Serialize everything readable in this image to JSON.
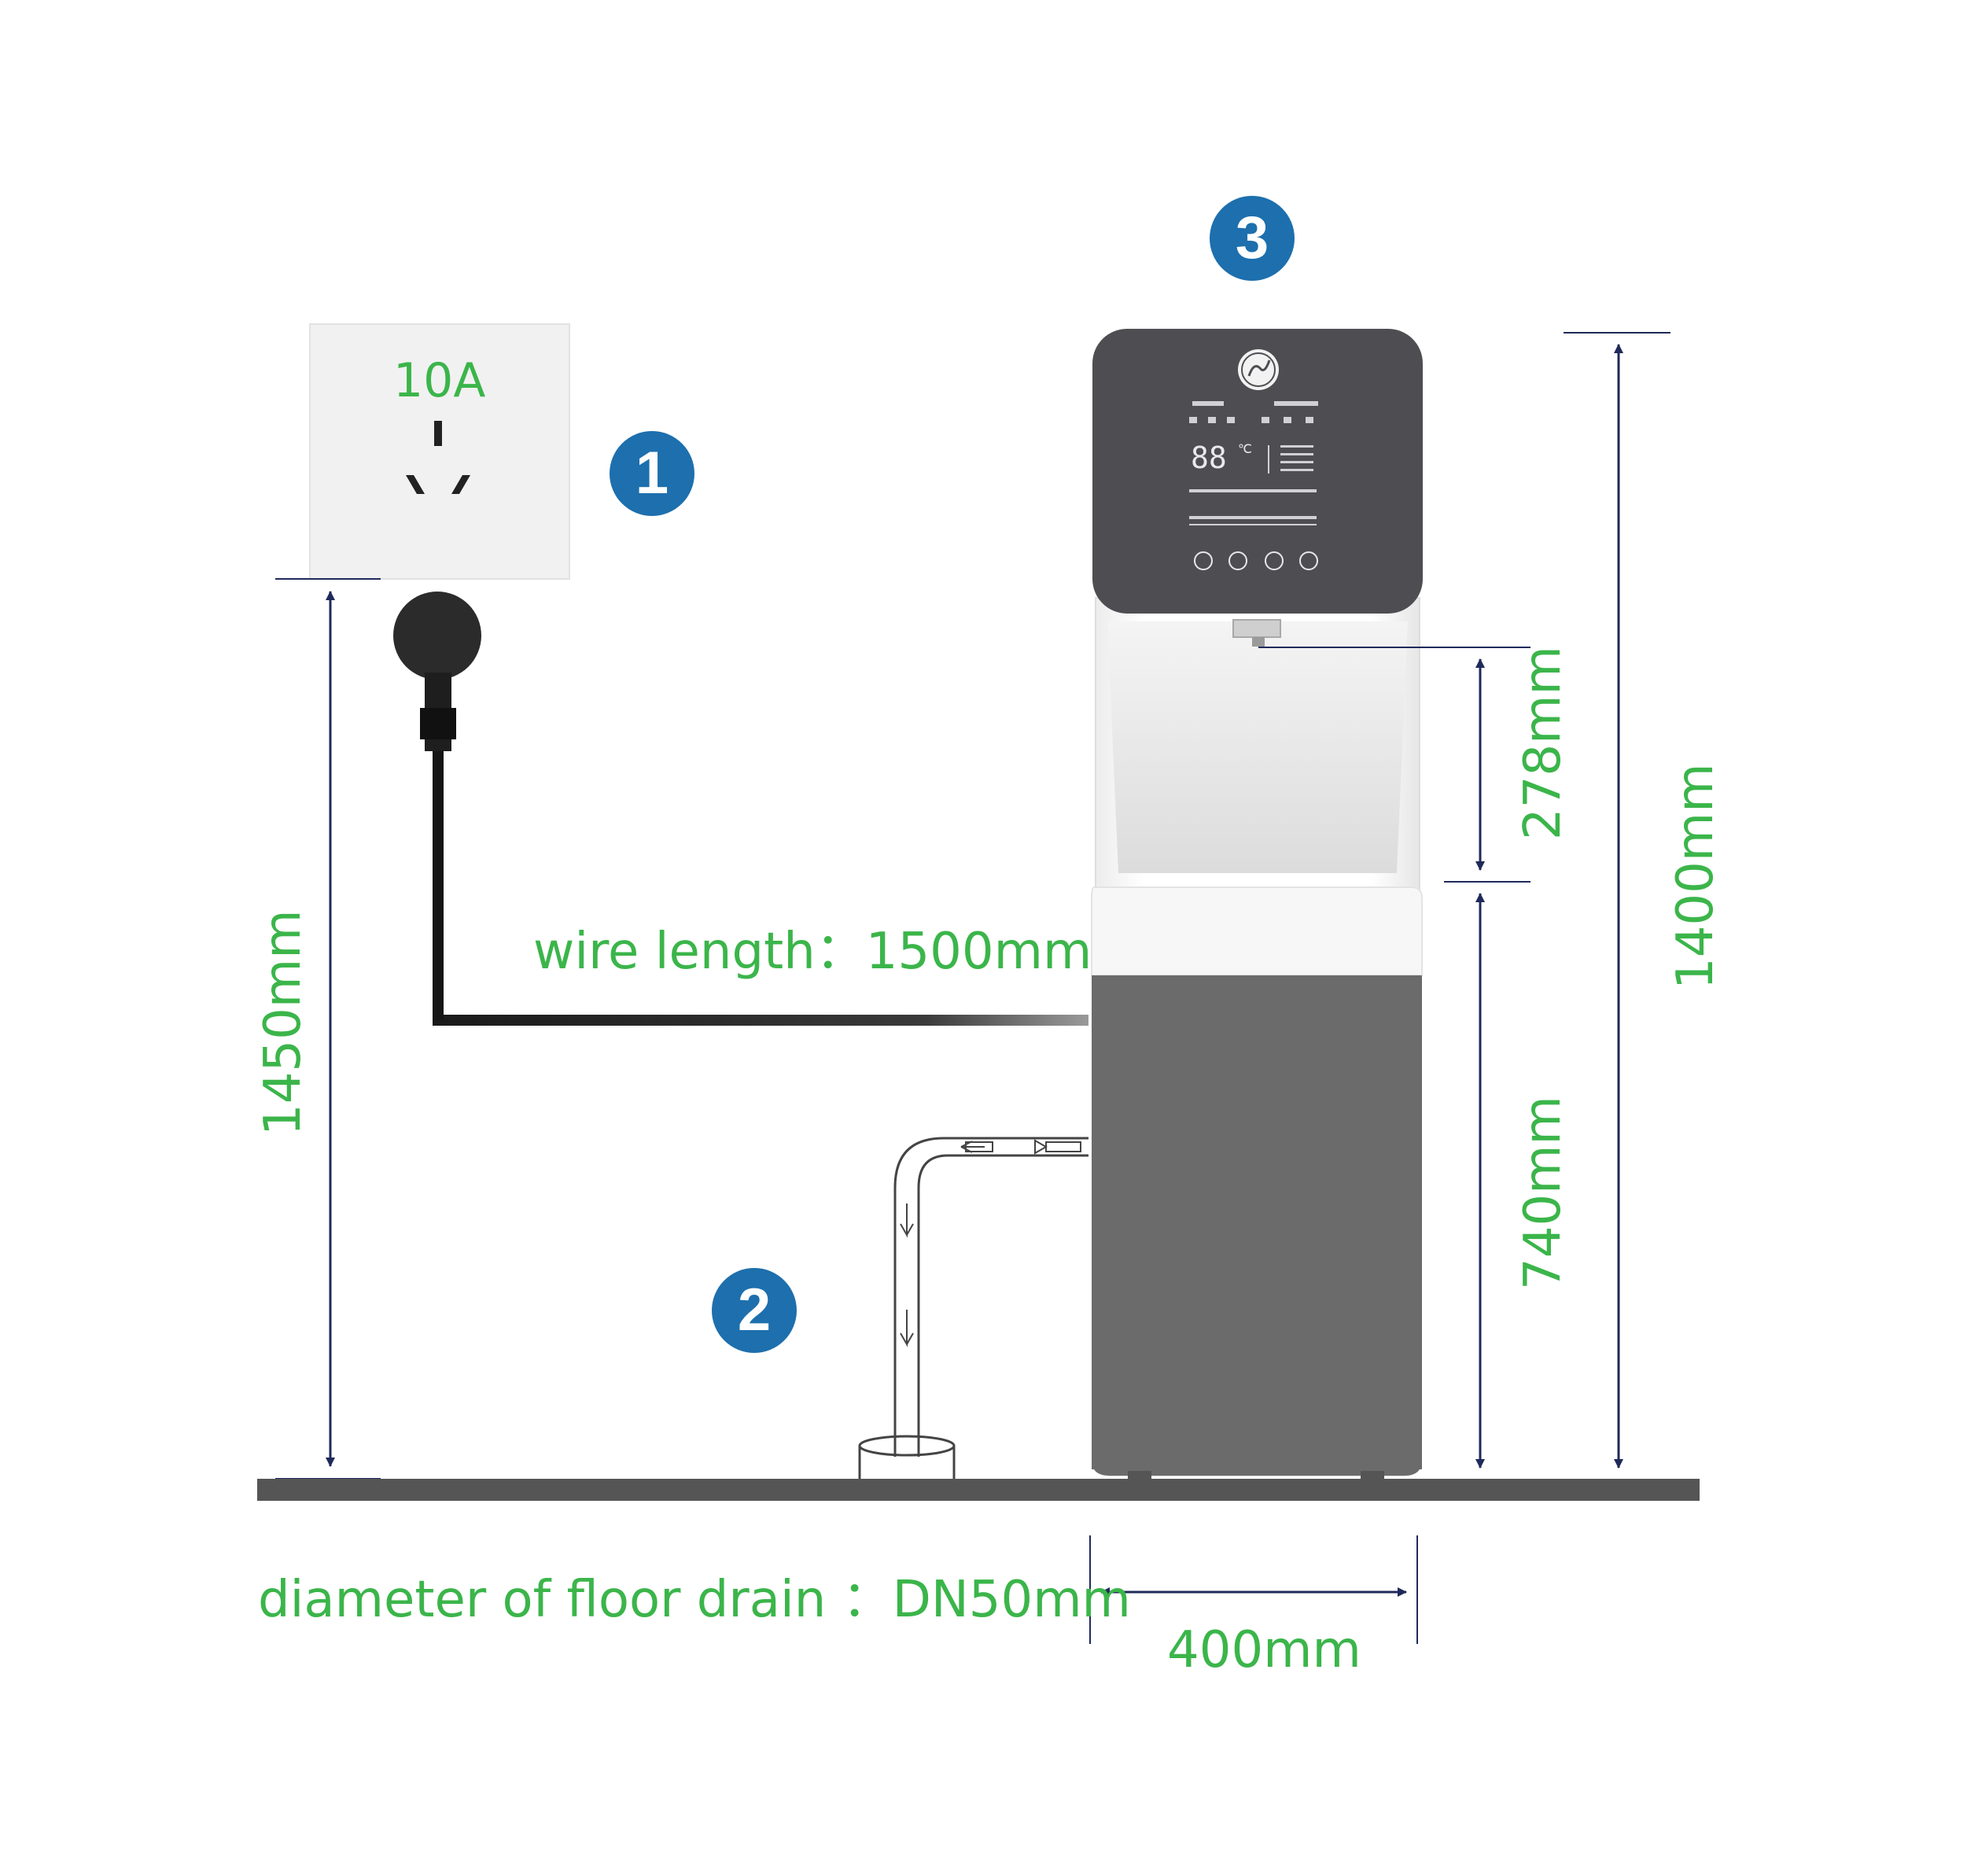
{
  "socket": {
    "rating": "10A"
  },
  "badges": {
    "one": "1",
    "two": "2",
    "three": "3"
  },
  "dimensions": {
    "socket_height": "1450mm",
    "wire_length": "wire length：1500mm",
    "dispense_gap": "278mm",
    "lower_height": "740mm",
    "total_height": "1400mm",
    "width": "400mm",
    "drain_diameter": "diameter of floor drain ：DN50mm"
  },
  "display": {
    "temperature": "88",
    "unit": "℃"
  },
  "colors": {
    "label_green": "#3bb54a",
    "badge_blue": "#1d6fad",
    "dimension_navy": "#1f2a5a",
    "panel_dark": "#4e4e52",
    "cabinet_gray": "#6b6b6b",
    "floor": "#555555"
  }
}
